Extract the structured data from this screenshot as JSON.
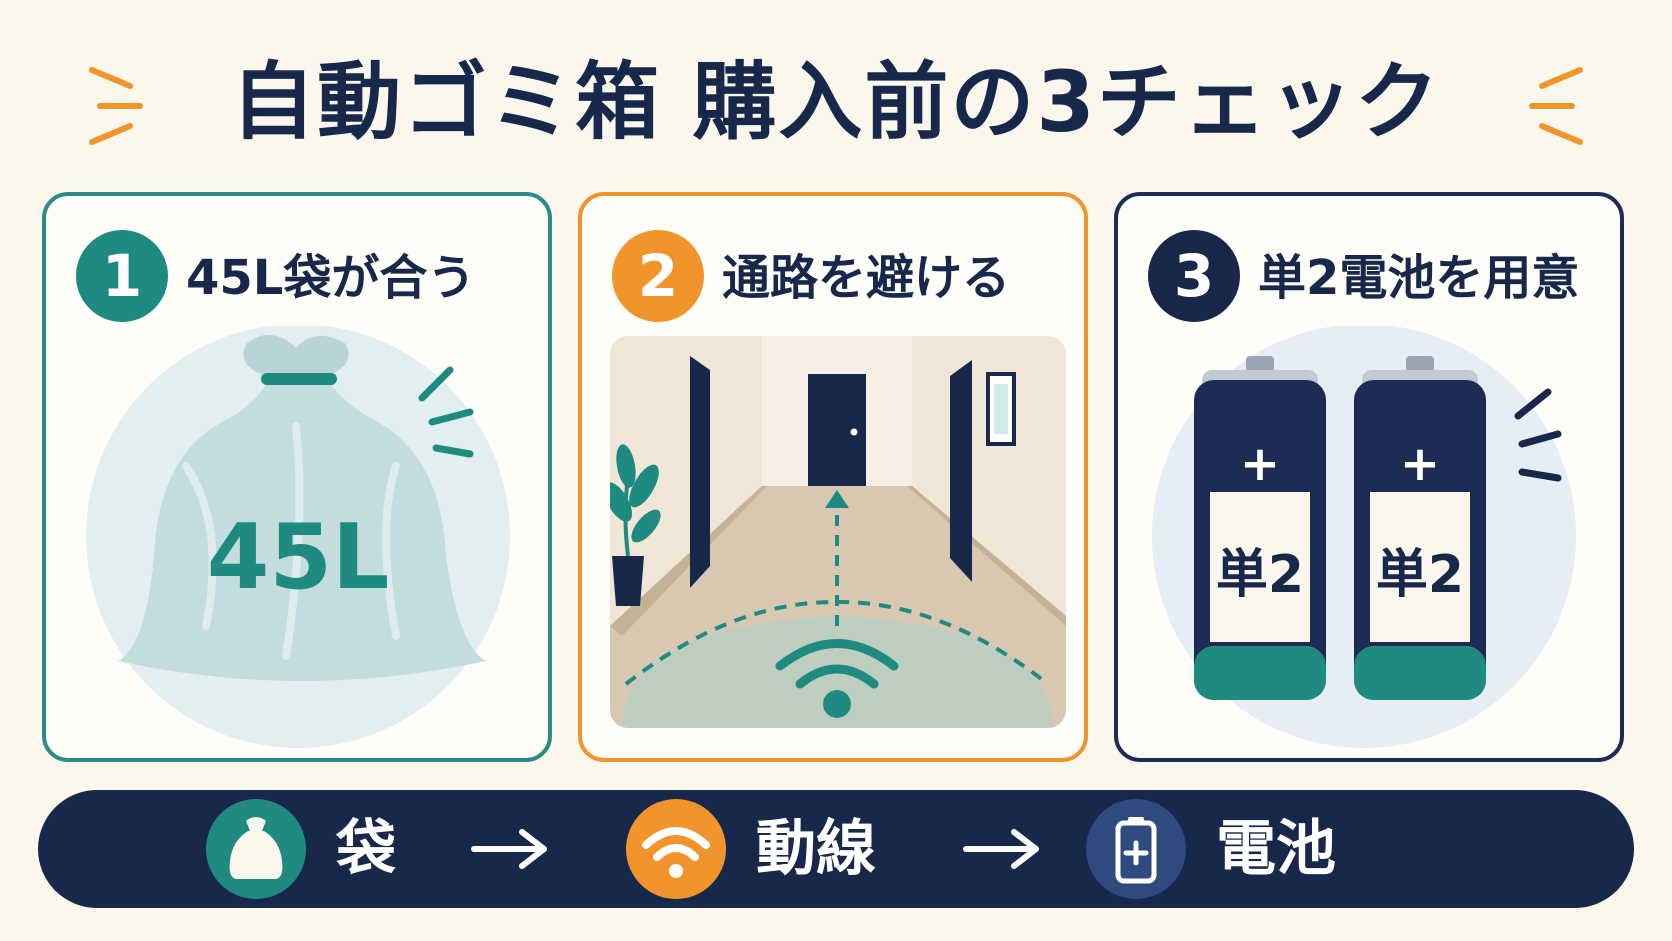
{
  "title": "自動ゴミ箱 購入前の3チェック",
  "colors": {
    "navy": "#17284a",
    "teal": "#1f8a80",
    "orange": "#f1942c",
    "background": "#fbf7ec"
  },
  "cards": [
    {
      "number": "1",
      "heading": "45L袋が合う",
      "illustration_text": "45L",
      "icon": "trash-bag-icon"
    },
    {
      "number": "2",
      "heading": "通路を避ける",
      "icon": "hallway-sensor-icon"
    },
    {
      "number": "3",
      "heading": "単2電池を用意",
      "battery_labels": [
        "単2",
        "単2"
      ],
      "battery_plus": "+",
      "icon": "battery-icon"
    }
  ],
  "flow": {
    "steps": [
      {
        "label": "袋",
        "icon": "bag-icon"
      },
      {
        "label": "動線",
        "icon": "wifi-sensor-icon"
      },
      {
        "label": "電池",
        "icon": "battery-icon"
      }
    ],
    "arrow": "→"
  }
}
